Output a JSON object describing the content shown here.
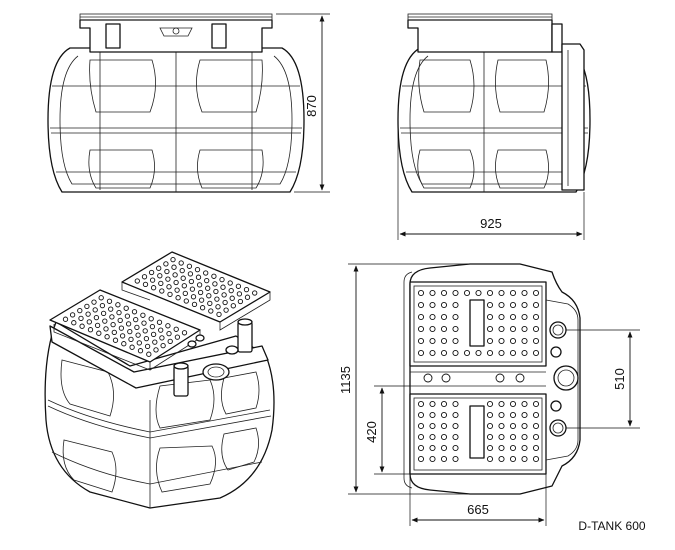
{
  "dimensions": {
    "front_height": "870",
    "side_width": "925",
    "top_depth": "1135",
    "top_width": "665",
    "inlet_offset": "420",
    "outlet_spacing": "510"
  },
  "model": "D-TANK 600"
}
